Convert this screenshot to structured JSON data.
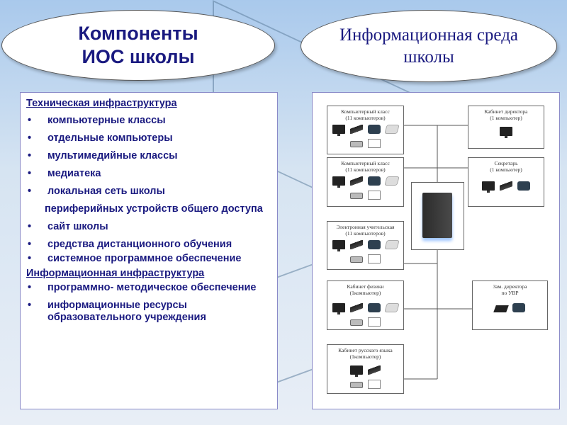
{
  "left_bubble": {
    "line1": "Компоненты",
    "line2": "ИОС школы"
  },
  "right_bubble": {
    "line1": "Информационная среда",
    "line2": "школы"
  },
  "left_panel": {
    "heading1": "Техническая инфраструктура",
    "items1": [
      "компьютерные классы",
      "отдельные  компьютеры",
      "мультимедийные классы",
      "медиатека",
      "локальная сеть школы"
    ],
    "indented": "периферийных устройств общего доступа",
    "items2": [
      "сайт школы",
      "средства дистанционного обучения",
      "системное программное обеспечение"
    ],
    "heading2": "Информационная инфраструктура",
    "items3": [
      "программно- методическое обеспечение",
      "информационные ресурсы образовательного учреждения"
    ]
  },
  "diagram": {
    "boxes": [
      {
        "title": "Компьютерный класс",
        "sub": "(11 компьютеров)"
      },
      {
        "title": "Компьютерный класс",
        "sub": "(11 компьютеров)"
      },
      {
        "title": "Электронная учительская",
        "sub": "(11 компьютеров)"
      },
      {
        "title": "Кабинет физики",
        "sub": "(1компьютер)"
      },
      {
        "title": "Кабинет русского языка",
        "sub": "(1компьютер)"
      },
      {
        "title": "Кабинет директора",
        "sub": "(1 компьютер)"
      },
      {
        "title": "Секретарь",
        "sub": "(1 компьютер)"
      },
      {
        "title": "Зам. директора",
        "sub": "по УВР"
      }
    ]
  }
}
